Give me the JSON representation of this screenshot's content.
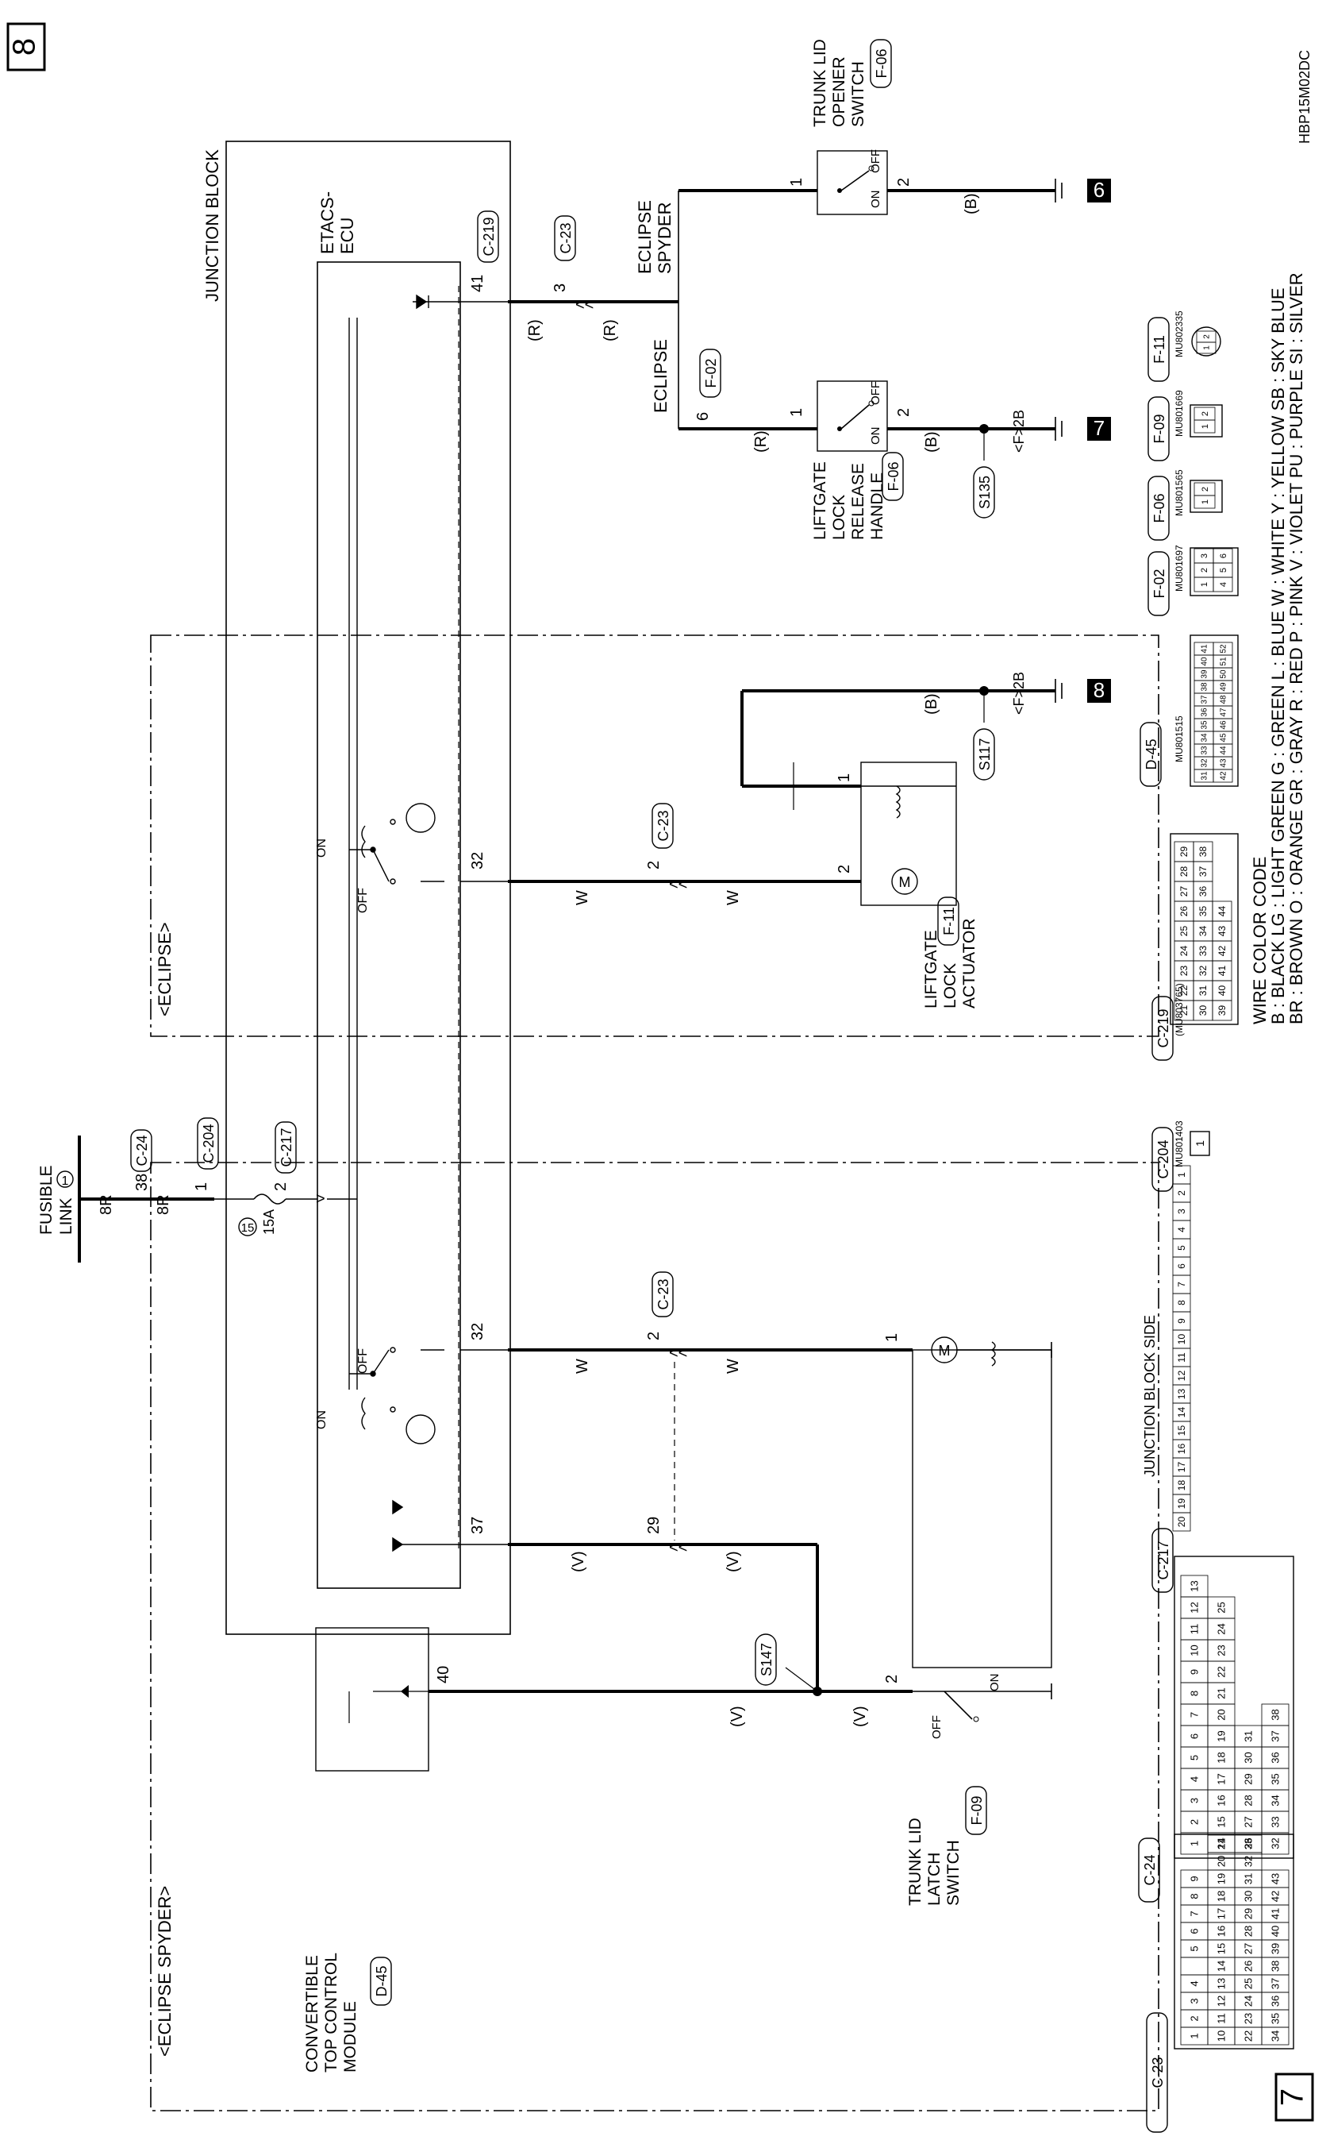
{
  "page": {
    "page_start": "7",
    "page_end": "8",
    "code": "HBP15M02DC"
  },
  "labels": {
    "junction_block": "JUNCTION BLOCK",
    "etacs_ecu": [
      "ETACS-",
      "ECU"
    ],
    "eclipse_spyder_region": "<ECLIPSE SPYDER>",
    "eclipse_region": "<ECLIPSE>",
    "fusible_link": [
      "FUSIBLE",
      "LINK"
    ],
    "fusible_link_number": "1",
    "fuse_number": "15",
    "fuse_rating": "15A",
    "eclipse_branch": "ECLIPSE",
    "eclipse_spyder_branch": [
      "ECLIPSE",
      "SPYDER"
    ],
    "on": "ON",
    "off": "OFF",
    "junction_block_side": "JUNCTION BLOCK SIDE"
  },
  "components": {
    "trunk_lid_opener_switch": {
      "name": [
        "TRUNK LID",
        "OPENER",
        "SWITCH"
      ],
      "connector": "F-06",
      "pin_in": "1",
      "pin_out": "2",
      "ground": "6"
    },
    "liftgate_lock_release_handle": {
      "name": [
        "LIFTGATE",
        "LOCK",
        "RELEASE",
        "HANDLE"
      ],
      "connector": "F-06",
      "pin_in": "1",
      "pin_out": "2",
      "ground": "7"
    },
    "liftgate_lock_actuator": {
      "name": [
        "LIFTGATE",
        "LOCK",
        "ACTUATOR"
      ],
      "connector": "F-11",
      "pin_1": "1",
      "pin_2": "2",
      "ground": "8"
    },
    "convertible_top_control_module": {
      "name": [
        "CONVERTIBLE",
        "TOP CONTROL",
        "MODULE"
      ],
      "connector": "D-45",
      "pin": "40"
    },
    "trunk_lid_latch_switch": {
      "name": [
        "TRUNK LID",
        "LATCH",
        "SWITCH"
      ],
      "connector": "F-09",
      "pin": "2"
    },
    "trunk_lock_actuator_pin": "1"
  },
  "connectors": {
    "c219": "C-219",
    "c23": "C-23",
    "c24": "C-24",
    "c204": "C-204",
    "c217": "C-217",
    "f02": "F-02",
    "d45": "D-45",
    "f06": "F-06",
    "f09": "F-09",
    "f11": "F-11"
  },
  "pins": {
    "ecu_41": "41",
    "c23_3": "3",
    "f02_6": "6",
    "ecu_32_upper": "32",
    "c23_2_upper": "2",
    "ecu_32_lower": "32",
    "c23_2_lower": "2",
    "ecu_37": "37",
    "c23_29": "29",
    "c24_38": "38",
    "c204_1": "1",
    "c217_2": "2"
  },
  "wire_colors": {
    "r": "(R)",
    "b": "(B)",
    "w": "W",
    "v": "(V)",
    "feed": "8R"
  },
  "splices": {
    "s135": "S135",
    "s117": "S117",
    "s147": "S147",
    "ref_2b_a": "<F>2B",
    "ref_2b_b": "<F>2B"
  },
  "part_numbers": {
    "c219": "(MU803765)",
    "d45": "MU801515",
    "f02": "MU801697",
    "f06": "MU801565",
    "f09": "MU801669",
    "f11": "MU802335",
    "c204": "MU801403"
  },
  "connector_faces": {
    "c23_rows": [
      [
        "1",
        "2",
        "3",
        "4",
        "",
        "5",
        "6",
        "7",
        "8",
        "9"
      ],
      [
        "10",
        "11",
        "12",
        "13",
        "14",
        "15",
        "16",
        "17",
        "18",
        "19",
        "20",
        "21"
      ],
      [
        "22",
        "23",
        "24",
        "25",
        "26",
        "27",
        "28",
        "29",
        "30",
        "31",
        "32",
        "33"
      ],
      [
        "34",
        "35",
        "36",
        "37",
        "38",
        "39",
        "40",
        "41",
        "42",
        "43"
      ]
    ],
    "c24_rows": [
      [
        "1",
        "2",
        "3",
        "4",
        "5",
        "6",
        "7",
        "8",
        "9",
        "10",
        "11",
        "12",
        "13"
      ],
      [
        "14",
        "15",
        "16",
        "17",
        "18",
        "19",
        "20",
        "21",
        "22",
        "23",
        "24",
        "25"
      ],
      [
        "26",
        "27",
        "28",
        "29",
        "30",
        "31"
      ],
      [
        "32",
        "33",
        "34",
        "35",
        "36",
        "37",
        "38"
      ]
    ],
    "c217_row": [
      "20",
      "19",
      "18",
      "17",
      "16",
      "15",
      "14",
      "13",
      "12",
      "11",
      "10",
      "9",
      "8",
      "7",
      "6",
      "5",
      "4",
      "3",
      "2",
      "1"
    ],
    "c219_rows": [
      [
        "21",
        "22",
        "23",
        "24",
        "25",
        "26",
        "27",
        "28",
        "29"
      ],
      [
        "30",
        "31",
        "32",
        "33",
        "34",
        "35",
        "36",
        "37",
        "38"
      ],
      [
        "39",
        "40",
        "41",
        "42",
        "43",
        "44"
      ]
    ],
    "d45_rows": [
      [
        "31",
        "32",
        "33",
        "34",
        "35",
        "36",
        "37",
        "38",
        "39",
        "40",
        "41"
      ],
      [
        "42",
        "43",
        "44",
        "45",
        "46",
        "47",
        "48",
        "49",
        "50",
        "51",
        "52"
      ]
    ],
    "f02_pins": [
      "1",
      "2",
      "3",
      "4",
      "5",
      "6"
    ],
    "f06_pins": [
      "1",
      "2"
    ],
    "f09_pins": [
      "1",
      "2"
    ],
    "f11_pins": [
      "1",
      "2"
    ],
    "c204_pin": "1"
  },
  "legend": {
    "title": "WIRE COLOR CODE",
    "rows": [
      [
        "B : BLACK",
        "LG : LIGHT GREEN",
        "G : GREEN",
        "L : BLUE",
        "W : WHITE",
        "Y : YELLOW",
        "SB : SKY BLUE"
      ],
      [
        "BR : BROWN",
        "O : ORANGE",
        "GR : GRAY",
        "R : RED",
        "P : PINK",
        "V : VIOLET",
        "PU : PURPLE",
        "SI : SILVER"
      ]
    ]
  }
}
